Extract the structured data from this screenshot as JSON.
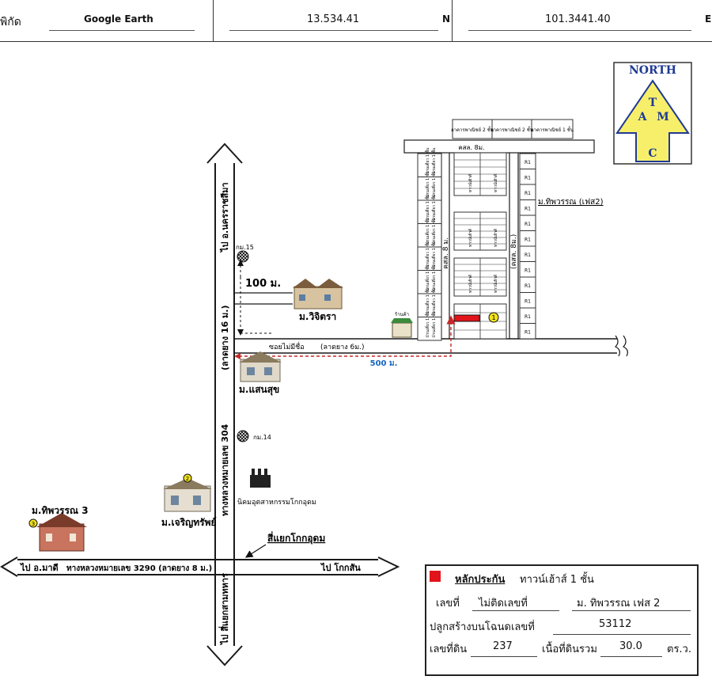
{
  "header": {
    "coord_label": "พิกัด",
    "source": "Google Earth",
    "latitude": "13.534.41",
    "lat_suffix": "N",
    "longitude": "101.3441.40",
    "lon_suffix": "E"
  },
  "north_arrow": {
    "word": "NORTH",
    "letters": [
      "T",
      "A",
      "M",
      "C"
    ]
  },
  "labels": {
    "to_nakhon_ratchasima": "ไป อ.นครราชสีมา",
    "road_width_16": "(ลาดยาง 16 ม.)",
    "highway_304": "ทางหลวงหมายเลข 304",
    "km15": "กม.15",
    "km14": "กม.14",
    "dist_100": "100 ม.",
    "vichitra": "ม.วิจิตรา",
    "saensuk": "ม.แสนสุข",
    "soi_no_name": "ซอยไม่มีชื่อ",
    "soi_width": "(ลาดยาง 6ม.)",
    "dist_500": "500 ม.",
    "industrial_estate": "นิคมอุตสาหกรรมโกกอุดม",
    "charoen_sap": "ม.เจริญทรัพย์",
    "thipwaran3": "ม.ทิพวรรณ 3",
    "kok_udom_intersection": "สี่แยกโกกอุดม",
    "to_amphoe_mahad": "ไป อ.มาดี",
    "highway_3290": "ทางหลวงหมายเลข 3290 (ลาดยาง 8 ม.)",
    "to_kok_san": "ไป โกกสัน",
    "to_sam_yaek": "ไป สี่แยกสามทหาร",
    "thipwaran_phase2": "ม.ทิพวรรณ (เฟส2)",
    "road_8m_top": "คสล. 8ม.",
    "road_8m_left": "คสล. 8 ม.",
    "road_8m_right": "(คสล. 8ม.)",
    "shop": "ร้านค้า",
    "top_block_1": "อาคารพาณิชย์ 2 ชั้น",
    "top_block_2": "อาคารพาณิชย์ 2 ชั้น",
    "top_block_3": "อาคารพาณิชย์ 1 ชั้น",
    "r1": "R1",
    "left_block": "บ้านเดี่ยว 1 ชั้น",
    "mid_block": "ทาวน์เฮ้าส์",
    "marker_1": "1",
    "marker_2": "2",
    "marker_3": "3"
  },
  "legend": {
    "title": "หลักประกัน",
    "type": "ทาวน์เฮ้าส์ 1 ชั้น",
    "house_no_label": "เลขที่",
    "house_no_value": "ไม่ติดเลขที่",
    "project": "ม. ทิพวรรณ เฟส 2",
    "title_deed_label": "ปลูกสร้างบนโฉนดเลขที่",
    "title_deed_value": "53112",
    "land_no_label": "เลขที่ดิน",
    "land_no_value": "237",
    "area_label": "เนื้อที่ดินรวม",
    "area_value": "30.0",
    "area_unit": "ตร.ว.",
    "marker_color": "#e2141b"
  },
  "colors": {
    "road": "#1a1a1a",
    "dashed_route": "#c62828",
    "arrow_fill": "#f7ef6a",
    "arrow_text": "#1f3a93",
    "distance_500": "#1565c0",
    "marker_yellow": "#f2e21c"
  }
}
